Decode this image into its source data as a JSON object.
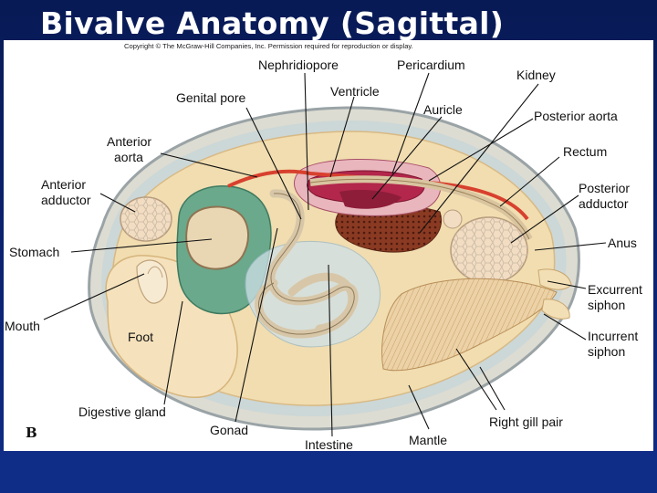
{
  "slide": {
    "title": "Bivalve Anatomy (Sagittal)",
    "background_color": "#0b1f66"
  },
  "figure": {
    "copyright": "Copyright © The McGraw-Hill Companies, Inc. Permission required for reproduction or display.",
    "panel_letter": "B",
    "colors": {
      "shell": "#dcdcd2",
      "mantle": "#f1ddb0",
      "adductor": "#f2ddc3",
      "digestive_gland": "#6aa98b",
      "heart": "#b2274b",
      "aorta": "#d8402e",
      "kidney": "#7a2c1c",
      "gill": "#e4c596",
      "intestine": "#d7c7a8"
    },
    "labels": {
      "nephridiopore": "Nephridiopore",
      "pericardium": "Pericardium",
      "kidney": "Kidney",
      "genital_pore": "Genital pore",
      "ventricle": "Ventricle",
      "auricle": "Auricle",
      "posterior_aorta": "Posterior aorta",
      "anterior_aorta_1": "Anterior",
      "anterior_aorta_2": "aorta",
      "rectum": "Rectum",
      "anterior_adductor_1": "Anterior",
      "anterior_adductor_2": "adductor",
      "posterior_adductor_1": "Posterior",
      "posterior_adductor_2": "adductor",
      "stomach": "Stomach",
      "anus": "Anus",
      "excurrent_1": "Excurrent",
      "excurrent_2": "siphon",
      "mouth": "Mouth",
      "foot": "Foot",
      "incurrent_1": "Incurrent",
      "incurrent_2": "siphon",
      "digestive_gland": "Digestive gland",
      "gonad": "Gonad",
      "right_gill_pair": "Right gill pair",
      "intestine": "Intestine",
      "mantle": "Mantle"
    }
  }
}
